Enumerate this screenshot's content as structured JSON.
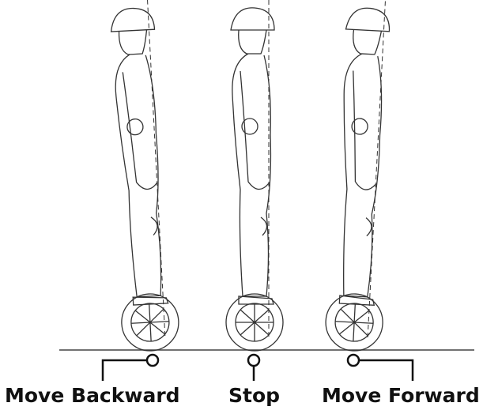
{
  "labels": {
    "backward": "Move Backward",
    "stop": "Stop",
    "forward": "Move Forward"
  },
  "figures": [
    {
      "id": "backward",
      "lean_deg": -3
    },
    {
      "id": "stop",
      "lean_deg": 0
    },
    {
      "id": "forward",
      "lean_deg": 3
    }
  ],
  "colors": {
    "line": "#222222",
    "text": "#111111"
  }
}
